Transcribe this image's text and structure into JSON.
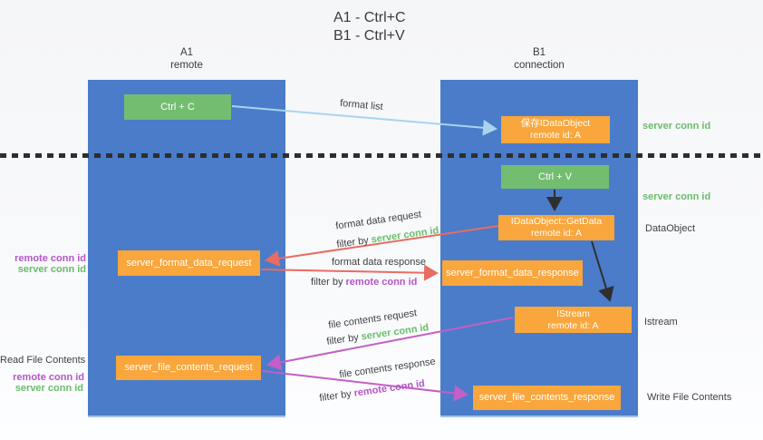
{
  "title": {
    "line1": "A1 - Ctrl+C",
    "line2": "B1 - Ctrl+V"
  },
  "lanes": {
    "left": {
      "name": "A1",
      "subtitle": "remote"
    },
    "right": {
      "name": "B1",
      "subtitle": "connection"
    }
  },
  "nodes": {
    "ctrl_c": {
      "label": "Ctrl + C"
    },
    "save_dataobject": {
      "line1": "保存IDataObject",
      "line2": "remote id: A"
    },
    "ctrl_v": {
      "label": "Ctrl + V"
    },
    "getdata": {
      "line1": "IDataObject::GetData",
      "line2": "remote id: A"
    },
    "format_request": {
      "label": "server_format_data_request"
    },
    "format_response": {
      "label": "server_format_data_response"
    },
    "istream": {
      "line1": "IStream",
      "line2": "remote id: A"
    },
    "file_request": {
      "label": "server_file_contents_request"
    },
    "file_response": {
      "label": "server_file_contents_response"
    }
  },
  "edge_labels": {
    "format_list": "format list",
    "format_request_line": "format data request",
    "format_request_filter_prefix": "filter by ",
    "format_request_filter_key": "server conn id",
    "format_response_line": "format data response",
    "format_response_filter_prefix": "filter by ",
    "format_response_filter_key": "remote conn id",
    "file_request_line": "file contents request",
    "file_request_filter_prefix": "filter by ",
    "file_request_filter_key": "server conn id",
    "file_response_line": "file contents response",
    "file_response_filter_prefix": "filter by ",
    "file_response_filter_key": "remote conn id"
  },
  "side_labels": {
    "right_server_conn_top": "server conn id",
    "right_server_conn_mid": "server conn id",
    "right_dataobject": "DataObject",
    "right_istream": "Istream",
    "right_write_file": "Write File Contents",
    "left_remote_conn_top": "remote conn id",
    "left_server_conn_top": "server conn id",
    "left_read_file": "Read File Contents",
    "left_remote_conn_bottom": "remote conn id",
    "left_server_conn_bottom": "server conn id"
  },
  "colors": {
    "lane_blue": "#4a7cc9",
    "box_green": "#73bd71",
    "box_orange": "#f9a63c",
    "arrow_light_blue": "#a9d3ee",
    "arrow_red": "#e96c62",
    "arrow_magenta": "#c35fc6",
    "arrow_black": "#2f2f2f",
    "text_green": "#69bd68",
    "text_purple": "#b455c8",
    "text_dark": "#3f3f3f"
  }
}
